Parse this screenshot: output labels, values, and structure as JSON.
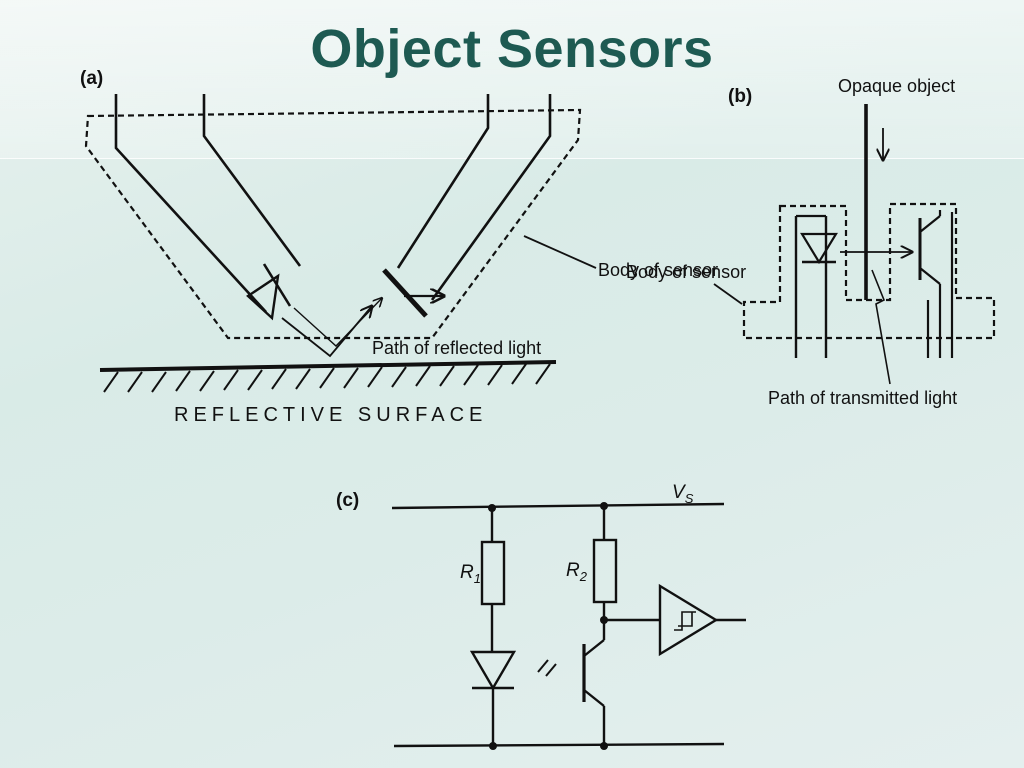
{
  "title": "Object Sensors",
  "panel_a": {
    "label": "(a)",
    "body_label": "Body of sensor",
    "path_label": "Path of reflected light",
    "surface_label": "REFLECTIVE SURFACE"
  },
  "panel_b": {
    "label": "(b)",
    "object_label": "Opaque object",
    "body_label": "Body of sensor",
    "path_label": "Path of transmitted light"
  },
  "panel_c": {
    "label": "(c)",
    "supply_label": "V",
    "supply_sub": "S",
    "r1_label": "R",
    "r1_sub": "1",
    "r2_label": "R",
    "r2_sub": "2"
  }
}
